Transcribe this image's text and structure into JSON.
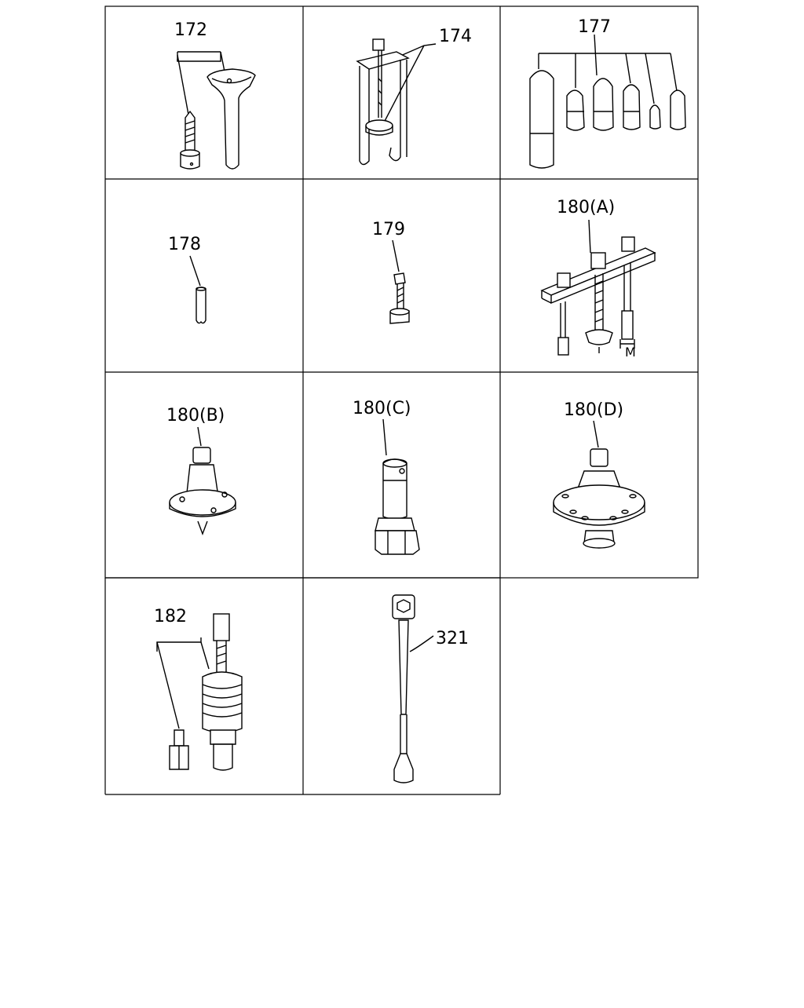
{
  "parts": [
    {
      "id": "p172",
      "label": "172"
    },
    {
      "id": "p174",
      "label": "174"
    },
    {
      "id": "p177",
      "label": "177"
    },
    {
      "id": "p178",
      "label": "178"
    },
    {
      "id": "p179",
      "label": "179"
    },
    {
      "id": "p180a",
      "label": "180(A)",
      "dim": "M"
    },
    {
      "id": "p180b",
      "label": "180(B)"
    },
    {
      "id": "p180c",
      "label": "180(C)"
    },
    {
      "id": "p180d",
      "label": "180(D)"
    },
    {
      "id": "p182",
      "label": "182"
    },
    {
      "id": "p321",
      "label": "321"
    }
  ]
}
